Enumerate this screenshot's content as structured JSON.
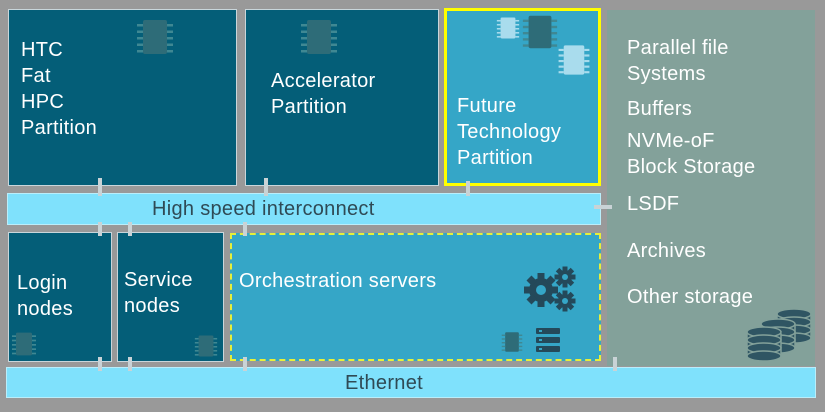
{
  "partitions": {
    "htc": {
      "lines": [
        "HTC",
        "Fat",
        "HPC",
        "Partition"
      ]
    },
    "accelerator": {
      "lines": [
        "Accelerator",
        "Partition"
      ]
    },
    "future": {
      "lines": [
        "Future",
        "Technology",
        "Partition"
      ]
    }
  },
  "interconnect": {
    "label": "High speed interconnect"
  },
  "nodes": {
    "login": {
      "lines": [
        "Login",
        "nodes"
      ]
    },
    "service": {
      "lines": [
        "Service",
        "nodes"
      ]
    },
    "orchestration": {
      "label": "Orchestration servers"
    }
  },
  "storage": {
    "parallel": [
      "Parallel file",
      "Systems"
    ],
    "buffers": "Buffers",
    "nvme": [
      "NVMe-oF",
      "Block Storage"
    ],
    "lsdf": "LSDF",
    "archives": "Archives",
    "other": "Other storage"
  },
  "ethernet": {
    "label": "Ethernet"
  },
  "icons": {
    "chip": "chip-icon",
    "gears": "gears-icon",
    "server": "server-icon",
    "database": "database-stack-icon"
  },
  "colors": {
    "background": "#999999",
    "dark_partition": "#045e78",
    "light_partition": "#35a6c7",
    "storage": "#83a19a",
    "bus": "#7fe1fc",
    "future_highlight": "#ffff00",
    "orchestration_outline": "#e7ef3a"
  }
}
